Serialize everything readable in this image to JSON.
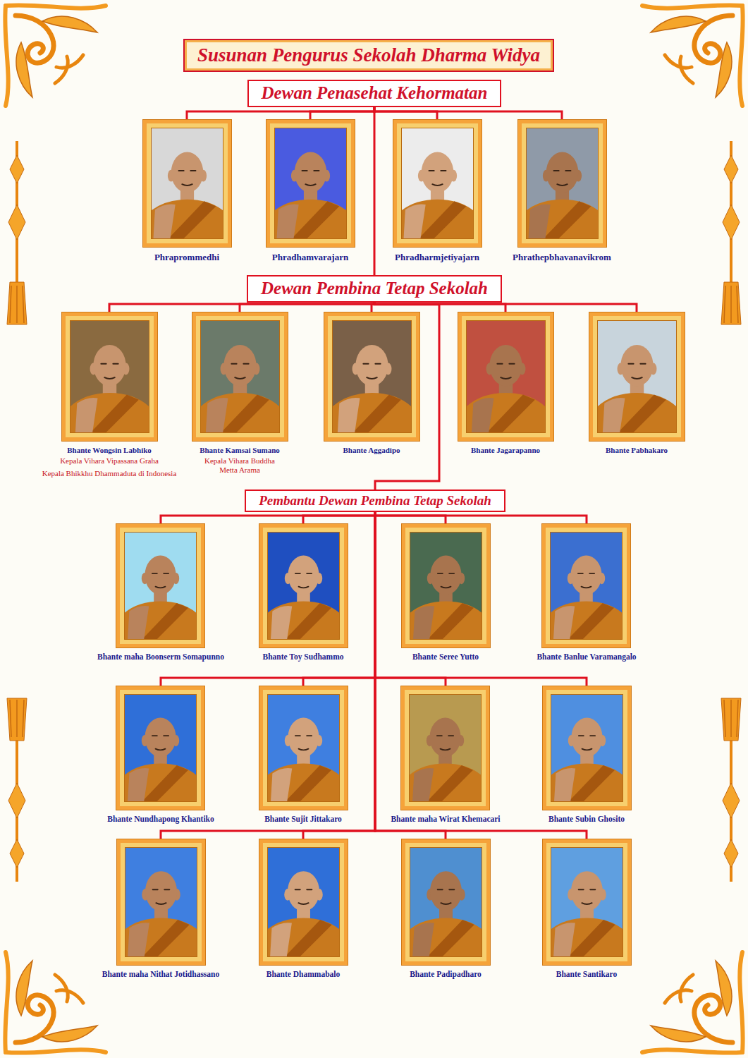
{
  "diagram": {
    "title": "Susunan Pengurus Sekolah Dharma Widya",
    "nodes": [
      {
        "text": [
          "Dewan Penasehat Kehormatan"
        ]
      },
      {
        "text": [
          "Phraprommedhi"
        ]
      },
      {
        "text": [
          "Phradhamvarajarn"
        ]
      },
      {
        "text": [
          "Phradharmjetiyajarn"
        ]
      },
      {
        "text": [
          "Phrathepbhavanavikrom"
        ]
      },
      {
        "text": [
          "Dewan Pembina Tetap Sekolah"
        ]
      },
      {
        "text": [
          "Bhante Wongsin Labhiko",
          "Kepala Vihara Vipassana Graha",
          "Kepala Bhikkhu Dhammaduta di Indonesia"
        ]
      },
      {
        "text": [
          "Bhante Kamsai Sumano",
          "Kepala Vihara Buddha Metta Arama"
        ]
      },
      {
        "text": [
          "Bhante Aggadipo"
        ]
      },
      {
        "text": [
          "Bhante Jagarapanno"
        ]
      },
      {
        "text": [
          "Bhante Pabhakaro"
        ]
      },
      {
        "text": [
          "Pembantu Dewan Pembina Tetap Sekolah"
        ]
      },
      {
        "text": [
          "Bhante maha Boonserm Somapunno"
        ]
      },
      {
        "text": [
          "Bhante Toy Sudhammo"
        ]
      },
      {
        "text": [
          "Bhante Seree Yutto"
        ]
      },
      {
        "text": [
          "Bhante Banlue Varamangalo"
        ]
      },
      {
        "text": [
          "Bhante Nundhapong Khantiko"
        ]
      },
      {
        "text": [
          "Bhante Sujit Jittakaro"
        ]
      },
      {
        "text": [
          "Bhante maha Wirat Khemacari"
        ]
      },
      {
        "text": [
          "Bhante Subin Ghosito"
        ]
      },
      {
        "text": [
          "Bhante maha Nithat Jotidhassano"
        ]
      },
      {
        "text": [
          "Bhante Dhammabalo"
        ]
      },
      {
        "text": [
          "Bhante Padipadharo"
        ]
      },
      {
        "text": [
          "Bhante Santikaro"
        ]
      }
    ],
    "edges": [
      {
        "from": 0,
        "to": 1,
        "arrow": "none"
      },
      {
        "from": 0,
        "to": 2,
        "arrow": "none"
      },
      {
        "from": 0,
        "to": 3,
        "arrow": "none"
      },
      {
        "from": 0,
        "to": 4,
        "arrow": "none"
      },
      {
        "from": 0,
        "to": 5,
        "arrow": "none"
      },
      {
        "from": 5,
        "to": 6,
        "arrow": "none"
      },
      {
        "from": 5,
        "to": 7,
        "arrow": "none"
      },
      {
        "from": 5,
        "to": 8,
        "arrow": "none"
      },
      {
        "from": 5,
        "to": 9,
        "arrow": "none"
      },
      {
        "from": 5,
        "to": 10,
        "arrow": "none"
      },
      {
        "from": 5,
        "to": 11,
        "arrow": "none"
      },
      {
        "from": 11,
        "to": 12,
        "arrow": "none"
      },
      {
        "from": 11,
        "to": 13,
        "arrow": "none"
      },
      {
        "from": 11,
        "to": 14,
        "arrow": "none"
      },
      {
        "from": 11,
        "to": 15,
        "arrow": "none"
      },
      {
        "from": 11,
        "to": 16,
        "arrow": "none"
      },
      {
        "from": 11,
        "to": 17,
        "arrow": "none"
      },
      {
        "from": 11,
        "to": 18,
        "arrow": "none"
      },
      {
        "from": 11,
        "to": 19,
        "arrow": "none"
      },
      {
        "from": 11,
        "to": 20,
        "arrow": "none"
      },
      {
        "from": 11,
        "to": 21,
        "arrow": "none"
      },
      {
        "from": 11,
        "to": 22,
        "arrow": "none"
      },
      {
        "from": 11,
        "to": 23,
        "arrow": "none"
      }
    ]
  }
}
